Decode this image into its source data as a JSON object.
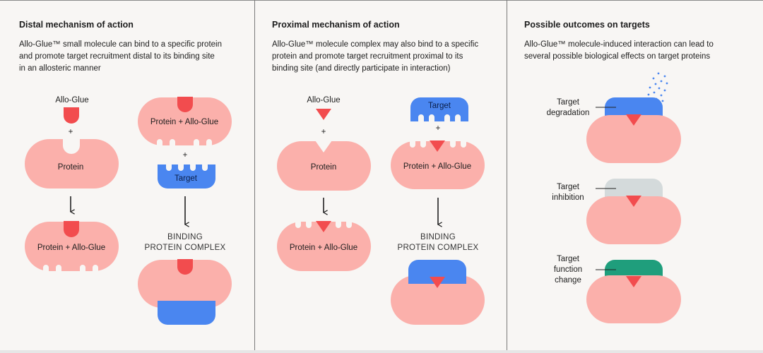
{
  "panels": [
    {
      "title": "Distal mechanism of action",
      "description_lines": [
        "Allo-Glue™ small molecule can bind to a specific protein",
        "and promote target recruitment distal to its binding site",
        "in an allosteric manner"
      ],
      "labels": {
        "allo_glue": "Allo-Glue",
        "plus": "+",
        "protein": "Protein",
        "protein_allo_glue": "Protein + Allo-Glue",
        "target": "Target",
        "binding_line1": "BINDING",
        "binding_line2": "PROTEIN COMPLEX"
      }
    },
    {
      "title": "Proximal mechanism of action",
      "description_lines": [
        "Allo-Glue™ molecule complex may also bind to a specific",
        "protein and promote target recruitment proximal to its",
        "binding site (and directly participate in interaction)"
      ],
      "labels": {
        "allo_glue": "Allo-Glue",
        "plus": "+",
        "protein": "Protein",
        "protein_allo_glue": "Protein + Allo-Glue",
        "target": "Target",
        "binding_line1": "BINDING",
        "binding_line2": "PROTEIN COMPLEX"
      }
    },
    {
      "title": "Possible outcomes on targets",
      "description_lines": [
        "Allo-Glue™ molecule-induced interaction can lead to",
        "several possible biological effects on target proteins"
      ],
      "outcomes": [
        {
          "lines": [
            "Target",
            "degradation"
          ],
          "color": "#4a86f0"
        },
        {
          "lines": [
            "Target",
            "inhibition"
          ],
          "color": "#d4dadb"
        },
        {
          "lines": [
            "Target",
            "function",
            "change"
          ],
          "color": "#1f9e7c"
        }
      ]
    }
  ],
  "colors": {
    "protein": "#fbb0ab",
    "allo_glue": "#f24c4e",
    "target": "#4a86f0",
    "background": "#f8f6f4",
    "arrow": "#222222"
  }
}
